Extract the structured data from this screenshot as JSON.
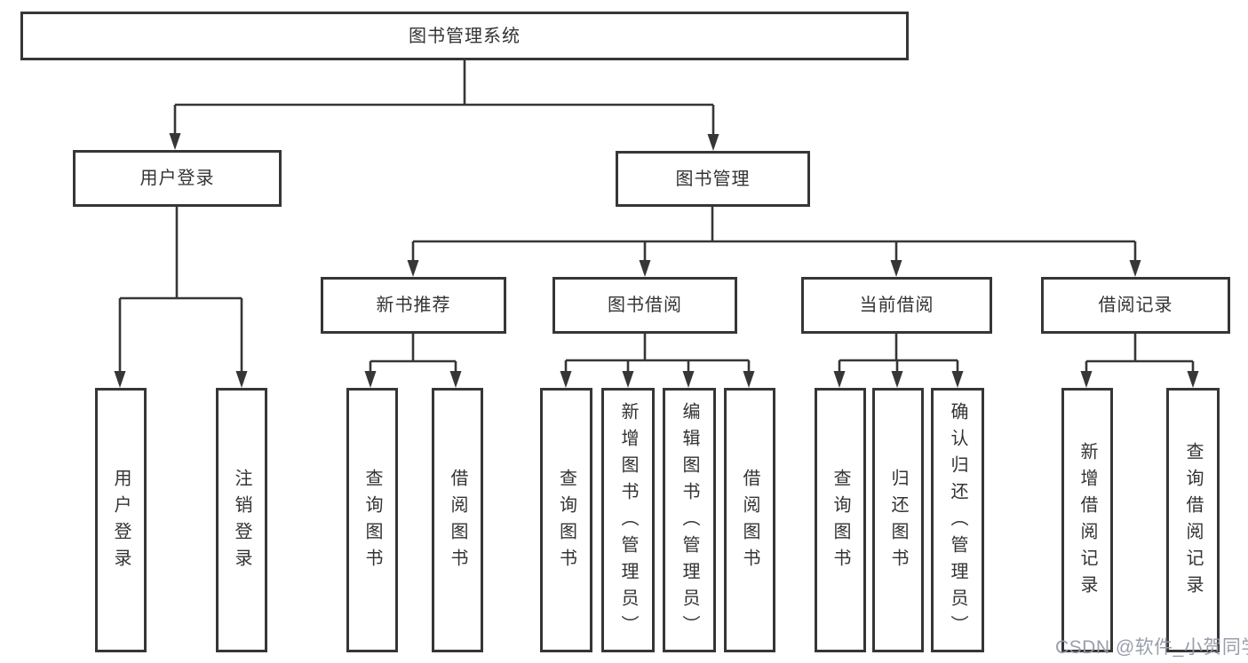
{
  "title": "图书管理系统",
  "branches": {
    "login": {
      "label": "用户登录",
      "children": [
        "用户登录",
        "注销登录"
      ]
    },
    "management": {
      "label": "图书管理",
      "sections": [
        {
          "label": "新书推荐",
          "children": [
            "查询图书",
            "借阅图书"
          ]
        },
        {
          "label": "图书借阅",
          "children": [
            "查询图书",
            "新增图书（管理员）",
            "编辑图书（管理员）",
            "借阅图书"
          ]
        },
        {
          "label": "当前借阅",
          "children": [
            "查询图书",
            "归还图书",
            "确认归还（管理员）"
          ]
        },
        {
          "label": "借阅记录",
          "children": [
            "新增借阅记录",
            "查询借阅记录"
          ]
        }
      ]
    }
  },
  "watermark": "CSDN @软件_小贺同学",
  "colors": {
    "line": "#363636",
    "text": "#333333",
    "watermark": "#9499a6"
  }
}
